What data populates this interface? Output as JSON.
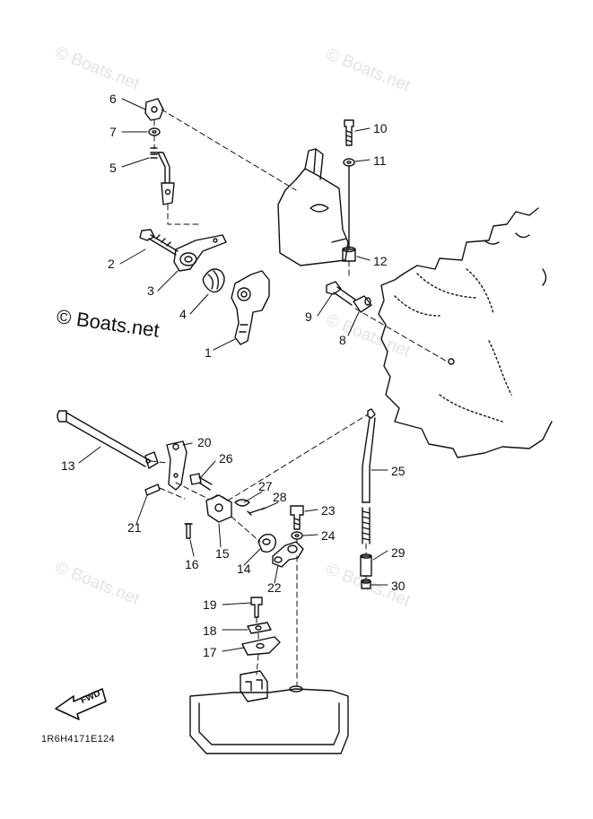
{
  "watermarks": {
    "faint": "© Boats.net",
    "main": "© Boats.net"
  },
  "part_numbers": {
    "p1": "1",
    "p2": "2",
    "p3": "3",
    "p4": "4",
    "p5": "5",
    "p6": "6",
    "p7": "7",
    "p8": "8",
    "p9": "9",
    "p10": "10",
    "p11": "11",
    "p12": "12",
    "p13": "13",
    "p14": "14",
    "p15": "15",
    "p16": "16",
    "p17": "17",
    "p18": "18",
    "p19": "19",
    "p20": "20",
    "p21": "21",
    "p22": "22",
    "p23": "23",
    "p24": "24",
    "p25": "25",
    "p26": "26",
    "p27": "27",
    "p28": "28",
    "p29": "29",
    "p30": "30"
  },
  "fwd_label": "FWD",
  "diagram_code": "1R6H4171E124"
}
